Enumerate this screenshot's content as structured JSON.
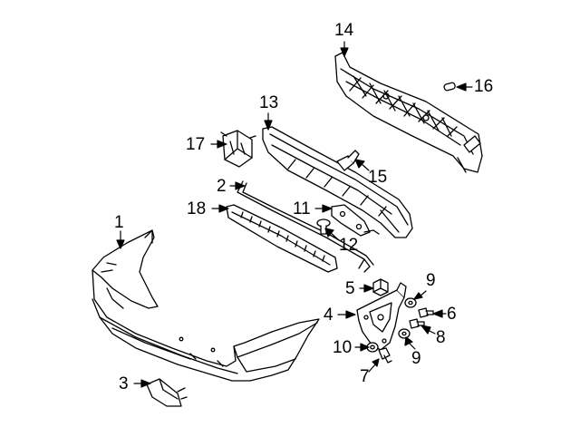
{
  "diagram": {
    "callouts": [
      {
        "id": "c1",
        "label": "1"
      },
      {
        "id": "c2",
        "label": "2"
      },
      {
        "id": "c3",
        "label": "3"
      },
      {
        "id": "c4",
        "label": "4"
      },
      {
        "id": "c5",
        "label": "5"
      },
      {
        "id": "c6",
        "label": "6"
      },
      {
        "id": "c7",
        "label": "7"
      },
      {
        "id": "c8",
        "label": "8"
      },
      {
        "id": "c9a",
        "label": "9"
      },
      {
        "id": "c9b",
        "label": "9"
      },
      {
        "id": "c10",
        "label": "10"
      },
      {
        "id": "c11",
        "label": "11"
      },
      {
        "id": "c12",
        "label": "12"
      },
      {
        "id": "c13",
        "label": "13"
      },
      {
        "id": "c14",
        "label": "14"
      },
      {
        "id": "c15",
        "label": "15"
      },
      {
        "id": "c16",
        "label": "16"
      },
      {
        "id": "c17",
        "label": "17"
      },
      {
        "id": "c18",
        "label": "18"
      }
    ]
  },
  "colors": {
    "ink": "#000000",
    "background": "#ffffff",
    "part_fill": "#ffffff",
    "shade": "#d9d9d9"
  }
}
